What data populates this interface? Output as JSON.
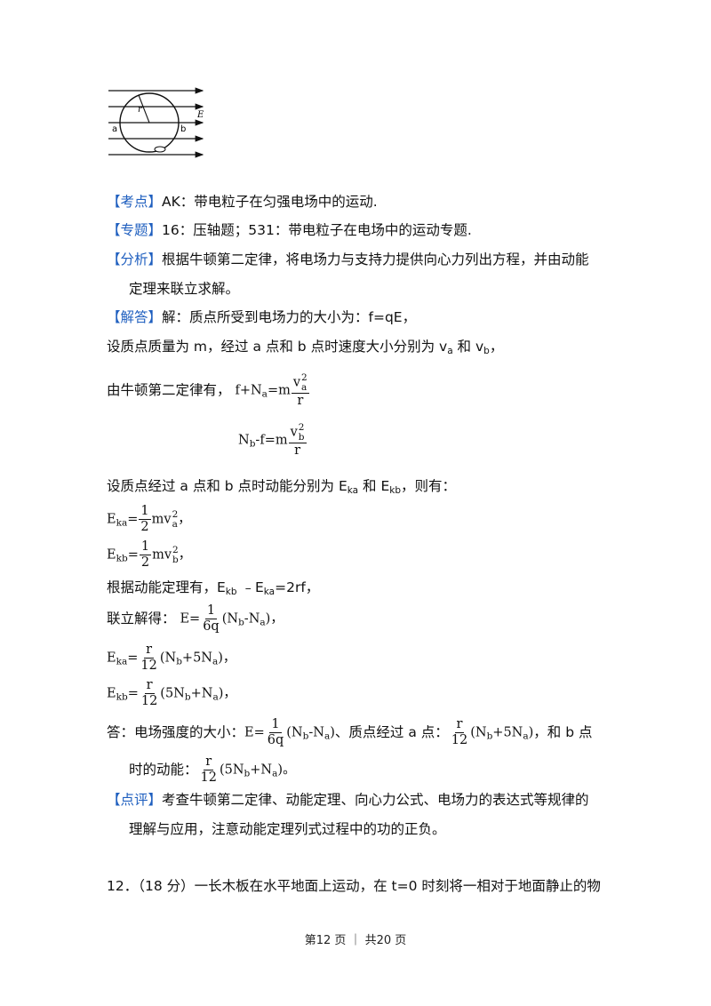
{
  "figure": {
    "label_r": "r",
    "label_E": "E",
    "label_a": "a",
    "label_b": "b"
  },
  "kaodian": {
    "tag": "【考点】",
    "text": "AK：带电粒子在匀强电场中的运动."
  },
  "zhuanti": {
    "tag": "【专题】",
    "text": "16：压轴题；531：带电粒子在电场中的运动专题."
  },
  "fenxi": {
    "tag": "【分析】",
    "line1": "根据牛顿第二定律，将电场力与支持力提供向心力列出方程，并由动能",
    "line2": "定理来联立求解。"
  },
  "jieda": {
    "tag": "【解答】",
    "text1": "解：质点所受到电场力的大小为：f=qE，",
    "text2_a": "设质点质量为 m，经过 a 点和 b 点时速度大小分别为 v",
    "text2_sub_a": "a",
    "text2_mid": " 和 v",
    "text2_sub_b": "b",
    "text2_end": "，",
    "newton_intro": "由牛顿第二定律有，",
    "eq1_lhs": "f+N",
    "eq1_lhs_sub": "a",
    "eq1_eq": "=m",
    "eq1_num": "v",
    "eq1_num_sup": "2",
    "eq1_num_sub": "a",
    "eq1_den": "r",
    "eq2_lhs": "N",
    "eq2_lhs_sub": "b",
    "eq2_mid": "-f=m",
    "eq2_num": "v",
    "eq2_num_sup": "2",
    "eq2_num_sub": "b",
    "eq2_den": "r",
    "ek_intro_a": "设质点经过 a 点和 b 点时动能分别为 E",
    "ek_intro_sub1": "ka",
    "ek_intro_mid": " 和 E",
    "ek_intro_sub2": "kb",
    "ek_intro_end": "，则有：",
    "eka_lhs": "E",
    "eka_sub": "ka",
    "ekb_sub": "kb",
    "half_num": "1",
    "half_den": "2",
    "mv": "mv",
    "sup2": "2",
    "sub_a": "a",
    "sub_b": "b",
    "comma": "，",
    "theorem_a": "根据动能定理有，E",
    "theorem_sub1": "kb",
    "theorem_mid": " ﹣E",
    "theorem_sub2": "ka",
    "theorem_end": "=2rf，",
    "solve_intro": "联立解得：",
    "e_eq": "E=",
    "e_num": "1",
    "e_den": "6q",
    "paren_open": "(N",
    "minus_n": "-N",
    "paren_close": ")",
    "r_num": "r",
    "twelve": "12",
    "plus5n": "+5N",
    "five_n_open": "(5N",
    "plus_n": "+N",
    "eka_eq": "E",
    "eq_sign": "=",
    "answer_intro": "答：电场强度的大小：",
    "answer_mid": "、质点经过 a 点：",
    "answer_end": "，和 b 点",
    "answer_line2_a": "时的动能：",
    "period": "。"
  },
  "dianping": {
    "tag": "【点评】",
    "line1": "考查牛顿第二定律、动能定理、向心力公式、电场力的表达式等规律的",
    "line2": "理解与应用，注意动能定理列式过程中的功的正负。"
  },
  "next_question": "12．（18 分）一长木板在水平地面上运动，在 t=0 时刻将一相对于地面静止的物",
  "footer": "第12 页  ｜  共20 页"
}
